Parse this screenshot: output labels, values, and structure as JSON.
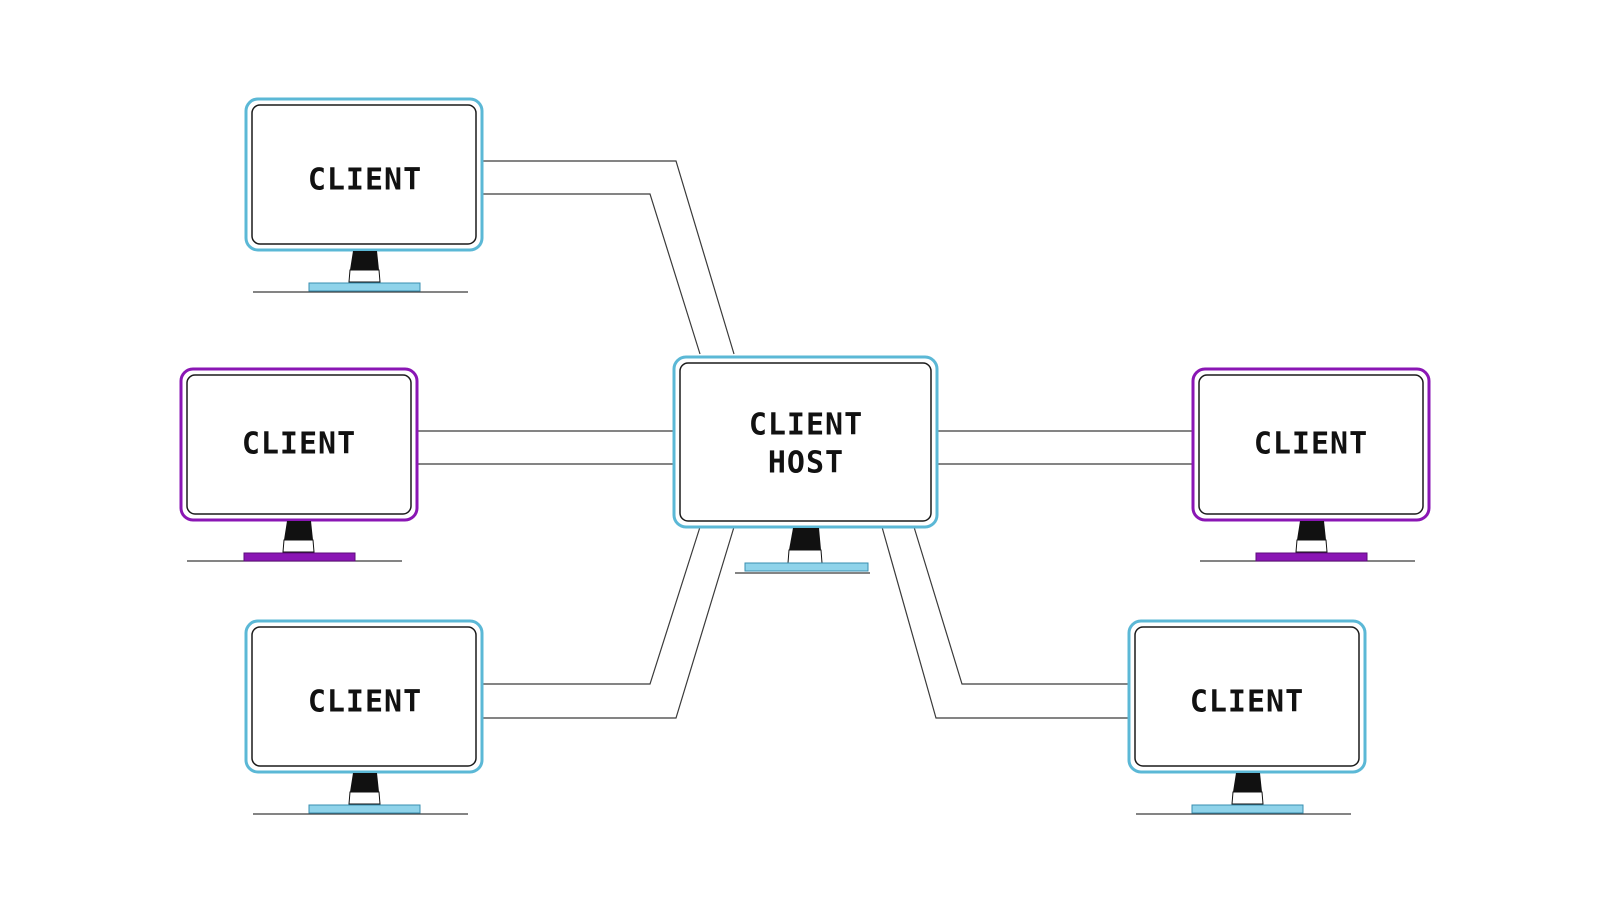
{
  "diagram": {
    "colors": {
      "host_outline": "#5bb8d6",
      "client_blue_outline": "#5bb8d6",
      "client_purple_outline": "#8a16b4",
      "base_blue": "#8fd3ea",
      "base_purple": "#8a16b4",
      "line": "#3a3a3a"
    },
    "host": {
      "label_line1": "CLIENT",
      "label_line2": "HOST",
      "color": "blue"
    },
    "clients": [
      {
        "id": "top-left",
        "label": "CLIENT",
        "color": "blue"
      },
      {
        "id": "middle-left",
        "label": "CLIENT",
        "color": "purple"
      },
      {
        "id": "bottom-left",
        "label": "CLIENT",
        "color": "blue"
      },
      {
        "id": "middle-right",
        "label": "CLIENT",
        "color": "purple"
      },
      {
        "id": "bottom-right",
        "label": "CLIENT",
        "color": "blue"
      }
    ],
    "connections": [
      {
        "from": "host",
        "to": "top-left"
      },
      {
        "from": "host",
        "to": "middle-left"
      },
      {
        "from": "host",
        "to": "bottom-left"
      },
      {
        "from": "host",
        "to": "middle-right"
      },
      {
        "from": "host",
        "to": "bottom-right"
      }
    ]
  }
}
